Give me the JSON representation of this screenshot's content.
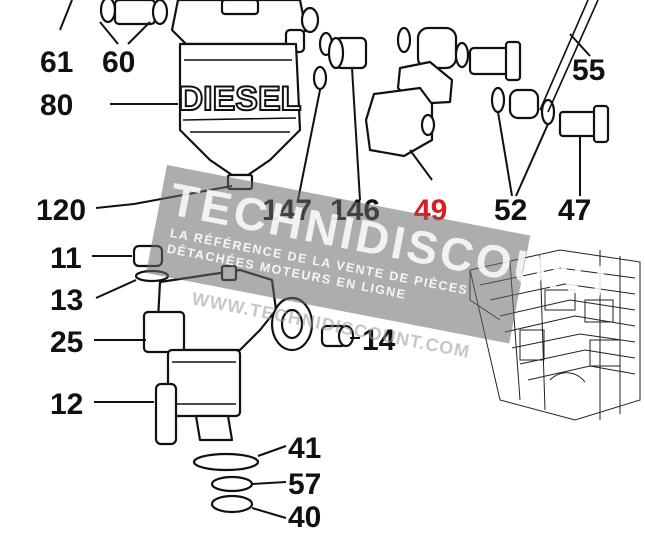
{
  "diagram": {
    "part_labels": {
      "p61": "61",
      "p60": "60",
      "p80": "80",
      "p120": "120",
      "p147": "147",
      "p146": "146",
      "p49": "49",
      "p52": "52",
      "p47": "47",
      "p55": "55",
      "p11": "11",
      "p13": "13",
      "p25": "25",
      "p14": "14",
      "p12": "12",
      "p41": "41",
      "p57": "57",
      "p40": "40"
    },
    "highlight_color": "#d81e1e",
    "filter_bowl_text": "DIESEL"
  },
  "watermark": {
    "brand": "TECHNIDISCOUNT",
    "tagline_line1": "LA RÉFÉRENCE DE LA VENTE DE PIÈCES",
    "tagline_line2": "DÉTACHÉES MOTEURS EN LIGNE",
    "url": "WWW.TECHNIDISCOUNT.COM"
  }
}
